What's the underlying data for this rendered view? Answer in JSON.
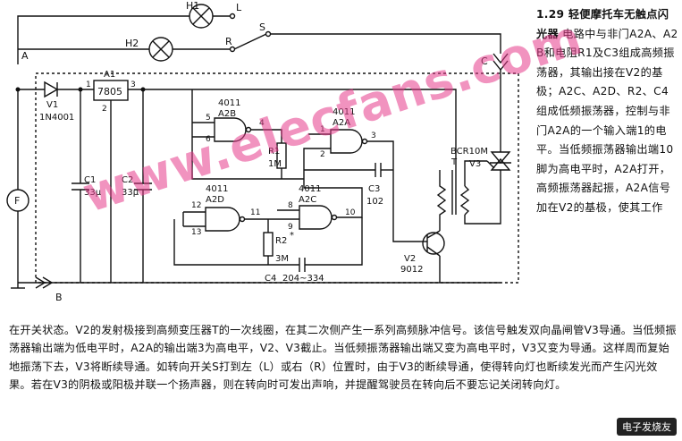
{
  "labels": {
    "H1": "H1",
    "H2": "H2",
    "L": "L",
    "R": "R",
    "S": "S",
    "A": "A",
    "B": "B",
    "C": "C",
    "F": "F",
    "V1": "V1",
    "V1_part": "1N4001",
    "A1": "A1",
    "reg": "7805",
    "reg_in": "1",
    "reg_out": "3",
    "reg_gnd": "2",
    "C1": "C1",
    "C1_val": "33μ",
    "C2": "C2",
    "C2_val": "33μ",
    "ic": "4011",
    "A2A": "A2A",
    "A2B": "A2B",
    "A2C": "A2C",
    "A2D": "A2D",
    "R1": "R1",
    "R1_val": "1M",
    "R2": "R2",
    "R2_star": "*",
    "R2_val": "3M",
    "C3": "C3",
    "C3_val": "102",
    "C4": "C4",
    "C4_val": "204~334",
    "V2": "V2",
    "V2_part": "9012",
    "T": "T",
    "V3": "V3",
    "V3_part": "BCR10M",
    "pins": {
      "p1": "1",
      "p2": "2",
      "p3": "3",
      "p4": "4",
      "p5": "5",
      "p6": "6",
      "p8": "8",
      "p9": "9",
      "p10": "10",
      "p11": "11",
      "p12": "12",
      "p13": "13"
    }
  },
  "side": {
    "head": "1.29 轻便摩托车无触点闪光器",
    "text": "电路中与非门A2A、A2B和电阻R1及C3组成高频振荡器，其输出接在V2的基极；A2C、A2D、R2、C4组成低频振荡器，控制与非门A2A的一个输入端1的电平。当低频振荡器输出端10脚为高电平时，A2A打开，高频振荡器起振，A2A信号加在V2的基极，使其工作"
  },
  "bottom": {
    "text": "在开关状态。V2的发射极接到高频变压器T的一次线圈，在其二次侧产生一系列高频脉冲信号。该信号触发双向晶闸管V3导通。当低频振荡器输出端为低电平时，A2A的输出端3为高电平，V2、V3截止。当低频振荡器输出端又变为高电平时，V3又变为导通。这样周而复始地振荡下去，V3将断续导通。如转向开关S打到左（L）或右（R）位置时，由于V3的断续导通，使得转向灯也断续发光而产生闪光效果。若在V3的阴极或阳极并联一个扬声器，则在转向时可发出声响，并提醒驾驶员在转向后不要忘记关闭转向灯。"
  },
  "watermark": "www.elecfans.com",
  "logo": "电子发烧友"
}
